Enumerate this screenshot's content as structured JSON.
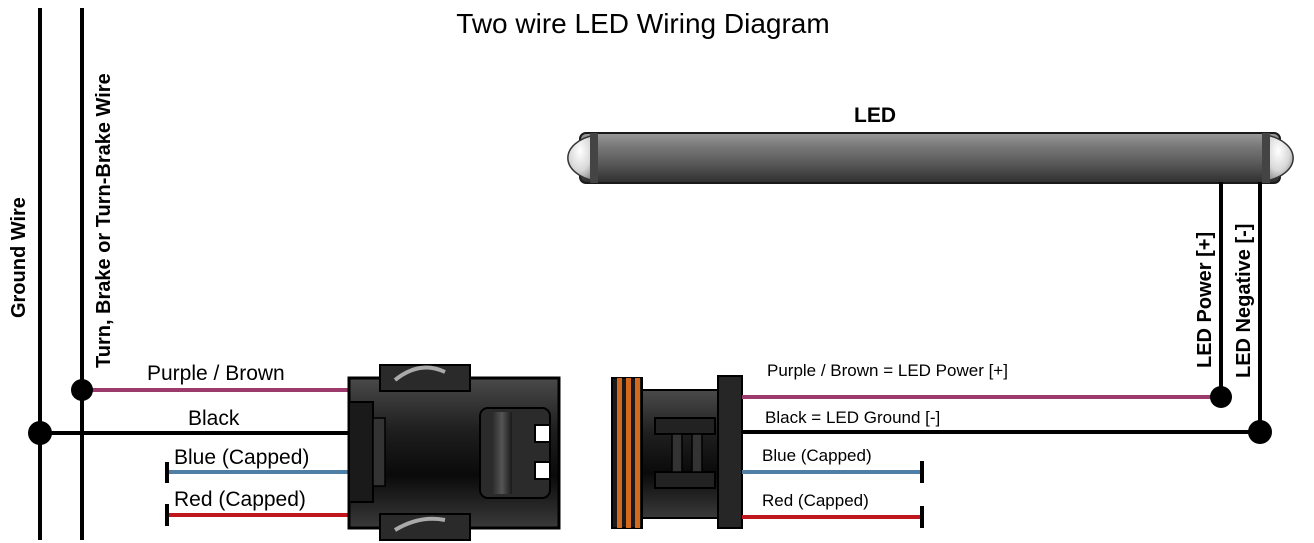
{
  "title": "Two wire LED Wiring Diagram",
  "led_label": "LED",
  "vertical_labels": {
    "ground_wire": "Ground Wire",
    "turn_brake_wire": "Turn, Brake or Turn-Brake Wire",
    "led_power": "LED Power [+]",
    "led_negative": "LED Negative [-]"
  },
  "left_connector_wires": {
    "purple_brown": "Purple / Brown",
    "black": "Black",
    "blue": "Blue (Capped)",
    "red": "Red (Capped)"
  },
  "right_connector_wires": {
    "purple_brown": "Purple / Brown = LED Power [+]",
    "black": "Black = LED Ground [-]",
    "blue": "Blue (Capped)",
    "red": "Red (Capped)"
  },
  "colors": {
    "purple_wire": "#9b3a6b",
    "black_wire": "#000000",
    "blue_wire": "#4f7fa6",
    "red_wire": "#c0161d",
    "seal_orange": "#d2691e",
    "led_body": "#6b6b6b"
  }
}
